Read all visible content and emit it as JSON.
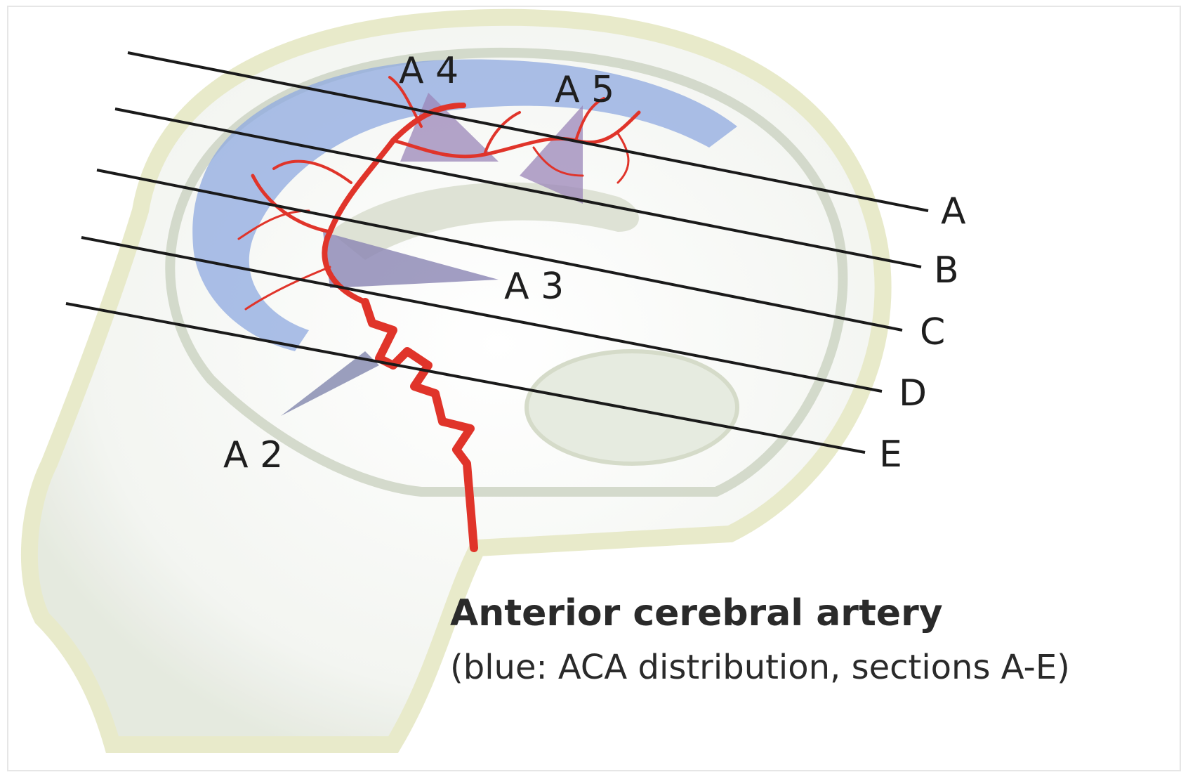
{
  "caption": {
    "title": "Anterior cerebral artery",
    "subtitle": "(blue: ACA distribution, sections A-E)"
  },
  "segment_labels": [
    "A 2",
    "A 3",
    "A 4",
    "A 5"
  ],
  "section_labels": [
    "A",
    "B",
    "C",
    "D",
    "E"
  ],
  "colors": {
    "territory_blue": "#8fa9e0",
    "artery_red": "#e0342a",
    "section_line": "#1a1a1a",
    "skull_outline": "#d6dcc4"
  }
}
